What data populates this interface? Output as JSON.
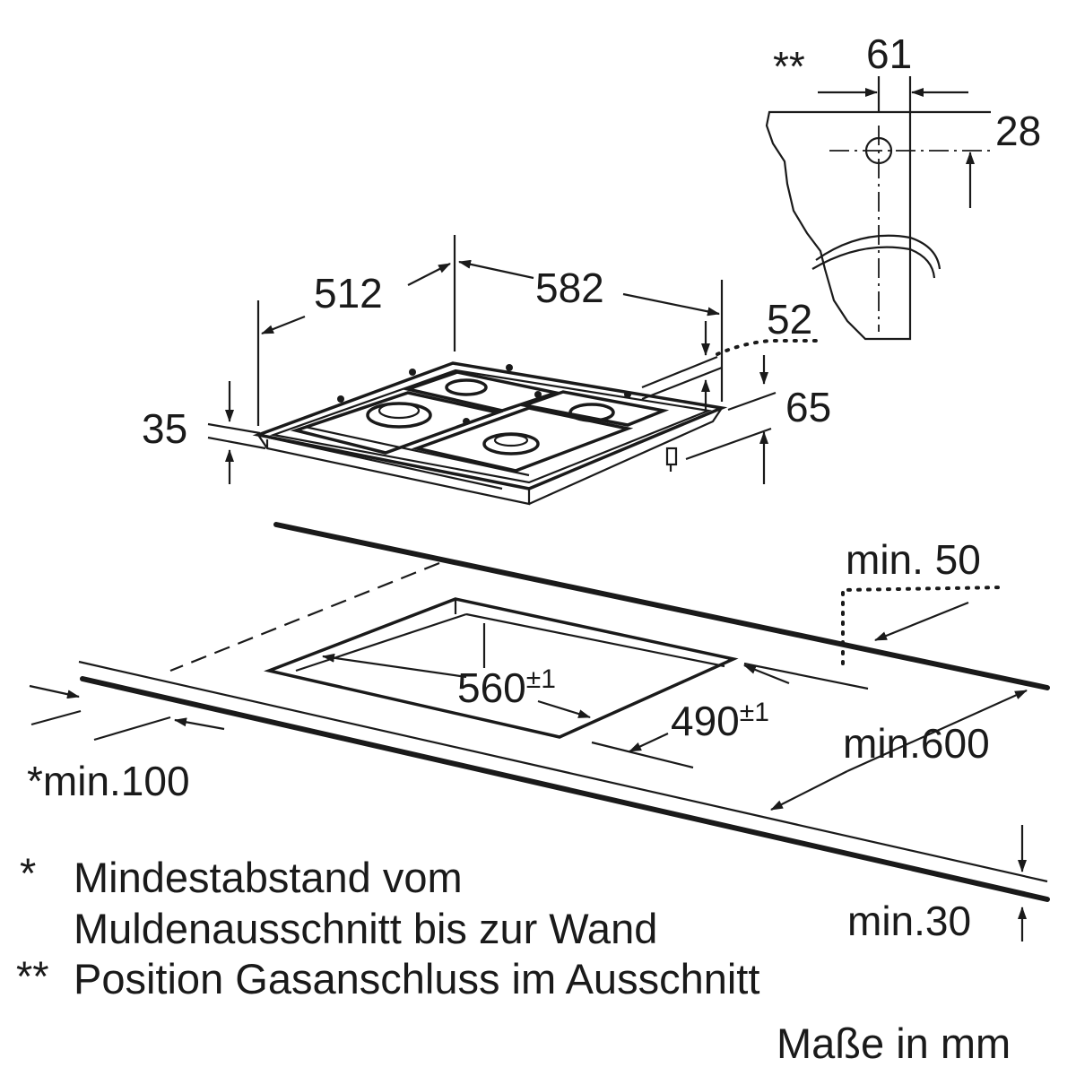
{
  "dimensions": {
    "connector_marker": "**",
    "connector_width": "61",
    "connector_depth": "28",
    "hob_depth": "512",
    "hob_width": "582",
    "connector_offset": "52",
    "connector_height": "65",
    "hob_height": "35",
    "wall_clearance_top": "min. 50",
    "cutout_width": "560",
    "cutout_width_tol": "±1",
    "cutout_depth": "490",
    "cutout_depth_tol": "±1",
    "worktop_depth": "min.600",
    "wall_clearance": "*min.100",
    "worktop_thickness": "min.30"
  },
  "notes": {
    "note1_marker": "*",
    "note1_line1": "Mindestabstand vom",
    "note1_line2": "Muldenausschnitt bis zur Wand",
    "note2_marker": "**",
    "note2_text": "Position Gasanschluss im Ausschnitt",
    "units": "Maße in mm"
  }
}
